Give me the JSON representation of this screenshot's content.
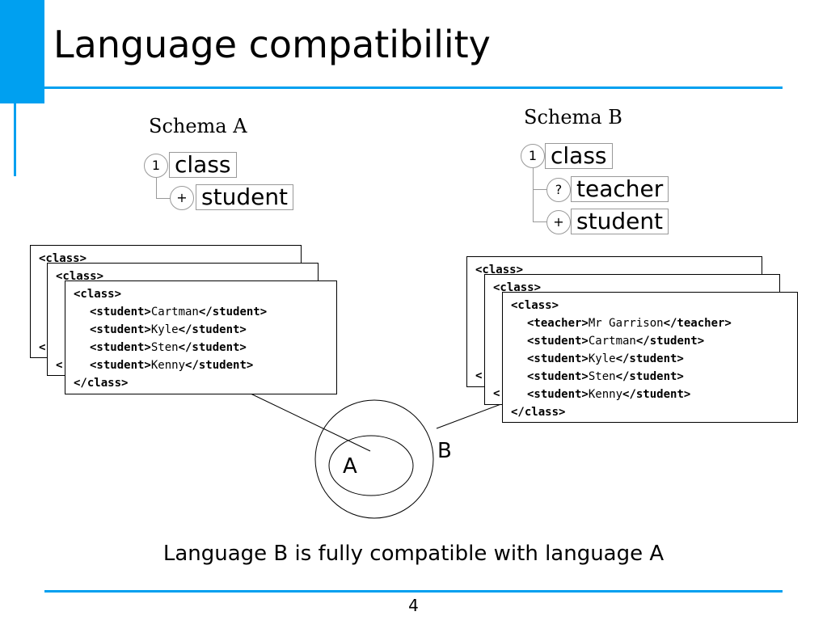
{
  "slide": {
    "title": "Language compatibility",
    "page_number": "4",
    "caption": "Language B is fully compatible with language A"
  },
  "colors": {
    "accent": "#00a0f0"
  },
  "schema_a": {
    "title": "Schema A",
    "root": {
      "cardinality": "1",
      "label": "class"
    },
    "children": [
      {
        "cardinality": "+",
        "label": "student"
      }
    ]
  },
  "schema_b": {
    "title": "Schema B",
    "root": {
      "cardinality": "1",
      "label": "class"
    },
    "children": [
      {
        "cardinality": "?",
        "label": "teacher"
      },
      {
        "cardinality": "+",
        "label": "student"
      }
    ]
  },
  "doc_a": {
    "back_fragments": [
      "<class>",
      "<class>",
      "<",
      "<"
    ],
    "open_tag": "<class>",
    "close_tag": "</class>",
    "elements": [
      {
        "open": "<student>",
        "value": "Cartman",
        "close": "</student>"
      },
      {
        "open": "<student>",
        "value": "Kyle",
        "close": "</student>"
      },
      {
        "open": "<student>",
        "value": "Sten",
        "close": "</student>"
      },
      {
        "open": "<student>",
        "value": "Kenny",
        "close": "</student>"
      }
    ]
  },
  "doc_b": {
    "back_fragments": [
      "<class>",
      "<class>",
      "<",
      "<"
    ],
    "open_tag": "<class>",
    "close_tag": "</class>",
    "elements": [
      {
        "open": "<teacher>",
        "value": "Mr Garrison",
        "close": "</teacher>"
      },
      {
        "open": "<student>",
        "value": "Cartman",
        "close": "</student>"
      },
      {
        "open": "<student>",
        "value": "Kyle",
        "close": "</student>"
      },
      {
        "open": "<student>",
        "value": "Sten",
        "close": "</student>"
      },
      {
        "open": "<student>",
        "value": "Kenny",
        "close": "</student>"
      }
    ]
  },
  "sets": {
    "inner_label": "A",
    "outer_label": "B"
  }
}
